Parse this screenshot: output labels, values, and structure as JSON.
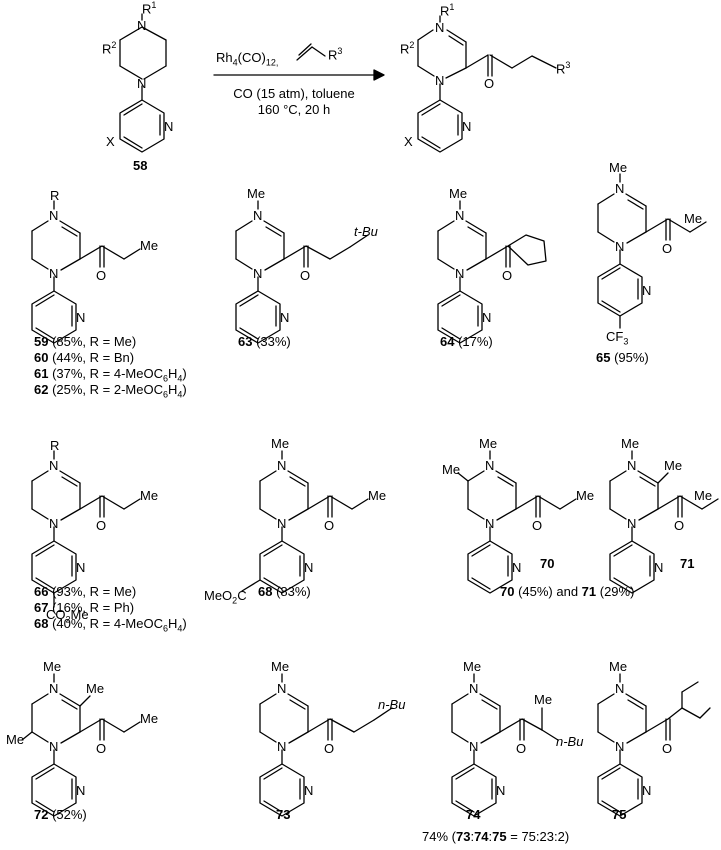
{
  "reaction": {
    "reagent_line": "Rh4(CO)12,",
    "olefin_sub": "R3",
    "condition_1": "CO (15 atm), toluene",
    "condition_2": "160 °C, 20 h",
    "substrate_id": "58"
  },
  "atoms": {
    "R1": "R1",
    "R2": "R2",
    "R3": "R3",
    "X": "X",
    "N": "N",
    "O": "O",
    "Me": "Me",
    "tBu": "t-Bu",
    "nBu": "n-Bu",
    "R": "R",
    "CF3": "CF3",
    "CO2Me": "CO2Me",
    "MeO2C": "MeO2C"
  },
  "products": [
    {
      "id": "59",
      "text": " (85%, R = Me)"
    },
    {
      "id": "60",
      "text": " (44%, R = Bn)"
    },
    {
      "id": "61",
      "text": " (37%, R = 4-MeOC6H4)"
    },
    {
      "id": "62",
      "text": " (25%, R = 2-MeOC6H4)"
    },
    {
      "id": "63",
      "text": " (33%)"
    },
    {
      "id": "64",
      "text": " (17%)"
    },
    {
      "id": "65",
      "text": " (95%)"
    },
    {
      "id": "66",
      "text": " (93%, R = Me)"
    },
    {
      "id": "67",
      "text": " (16%, R = Ph)"
    },
    {
      "id": "68",
      "text": " (40%, R = 4-MeOC6H4)"
    },
    {
      "id": "68",
      "text": " (83%)"
    },
    {
      "id": "70",
      "text": " (45%) and "
    },
    {
      "id": "71",
      "text": " (29%)"
    },
    {
      "id": "72",
      "text": " (52%)"
    },
    {
      "id": "73",
      "text": ""
    },
    {
      "id": "74",
      "text": ""
    },
    {
      "id": "75",
      "text": ""
    }
  ],
  "footer": {
    "prefix": "74% (",
    "a": "73",
    "sep1": ":",
    "b": "74",
    "sep2": ":",
    "c": "75",
    "suffix": " = 75:23:2)"
  }
}
